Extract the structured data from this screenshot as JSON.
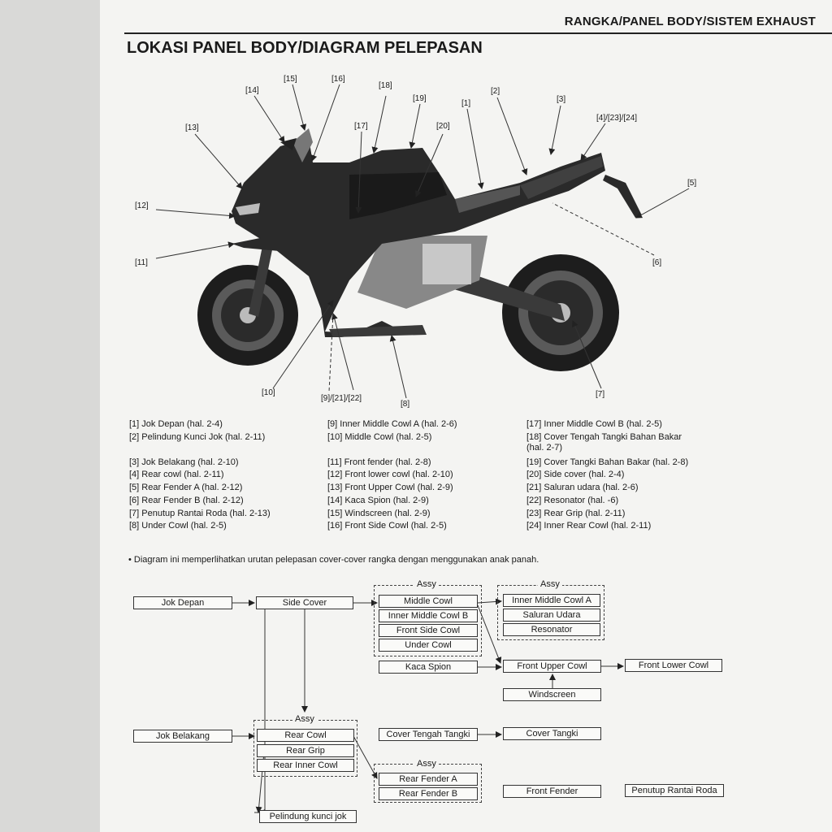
{
  "header": "RANGKA/PANEL BODY/SISTEM EXHAUST",
  "title": "LOKASI PANEL BODY/DIAGRAM PELEPASAN",
  "callouts": {
    "c1": "[1]",
    "c2": "[2]",
    "c3": "[3]",
    "c4": "[4]/[23]/[24]",
    "c5": "[5]",
    "c6": "[6]",
    "c7": "[7]",
    "c8": "[8]",
    "c9": "[9]/[21]/[22]",
    "c10": "[10]",
    "c11": "[11]",
    "c12": "[12]",
    "c13": "[13]",
    "c14": "[14]",
    "c15": "[15]",
    "c16": "[16]",
    "c17": "[17]",
    "c18": "[18]",
    "c19": "[19]",
    "c20": "[20]"
  },
  "legend": {
    "col1": [
      "[1] Jok Depan (hal. 2-4)",
      "[2] Pelindung Kunci Jok (hal. 2-11)",
      "[3] Jok Belakang (hal. 2-10)",
      "[4] Rear cowl (hal. 2-11)",
      "[5] Rear Fender A (hal. 2-12)",
      "[6] Rear Fender B (hal. 2-12)",
      "[7] Penutup Rantai Roda (hal. 2-13)",
      "[8] Under Cowl (hal. 2-5)"
    ],
    "col2": [
      "[9] Inner Middle Cowl A (hal. 2-6)",
      "[10] Middle Cowl (hal. 2-5)",
      "[11] Front fender (hal. 2-8)",
      "[12] Front lower cowl (hal. 2-10)",
      "[13] Front Upper Cowl (hal. 2-9)",
      "[14] Kaca Spion (hal. 2-9)",
      "[15] Windscreen (hal. 2-9)",
      "[16] Front Side Cowl (hal. 2-5)"
    ],
    "col3": [
      "[17] Inner Middle Cowl B (hal. 2-5)",
      "[18] Cover Tengah Tangki Bahan Bakar",
      "(hal. 2-7)",
      "[19] Cover Tangki Bahan Bakar (hal. 2-8)",
      "[20] Side cover (hal. 2-4)",
      "[21] Saluran udara (hal. 2-6)",
      "[22] Resonator (hal. -6)",
      "[23] Rear Grip (hal. 2-11)",
      "[24] Inner Rear Cowl (hal. 2-11)"
    ]
  },
  "note": "•  Diagram ini memperlihatkan urutan pelepasan cover-cover rangka dengan menggunakan anak panah.",
  "flow": {
    "assy_label": "Assy",
    "jok_depan": "Jok Depan",
    "side_cover": "Side Cover",
    "middle_cowl": "Middle Cowl",
    "inner_middle_cowl_b": "Inner Middle Cowl B",
    "front_side_cowl": "Front Side Cowl",
    "under_cowl": "Under Cowl",
    "inner_middle_cowl_a": "Inner Middle Cowl A",
    "saluran_udara": "Saluran Udara",
    "resonator": "Resonator",
    "kaca_spion": "Kaca Spion",
    "front_upper_cowl": "Front Upper Cowl",
    "front_lower_cowl": "Front Lower Cowl",
    "windscreen": "Windscreen",
    "jok_belakang": "Jok Belakang",
    "rear_cowl": "Rear Cowl",
    "rear_grip": "Rear Grip",
    "rear_inner_cowl": "Rear Inner Cowl",
    "cover_tengah_tangki": "Cover Tengah Tangki",
    "cover_tangki": "Cover Tangki",
    "rear_fender_a": "Rear Fender A",
    "rear_fender_b": "Rear Fender B",
    "front_fender": "Front Fender",
    "penutup_rantai_roda": "Penutup Rantai Roda",
    "pelindung_kunci_jok": "Pelindung kunci jok"
  }
}
